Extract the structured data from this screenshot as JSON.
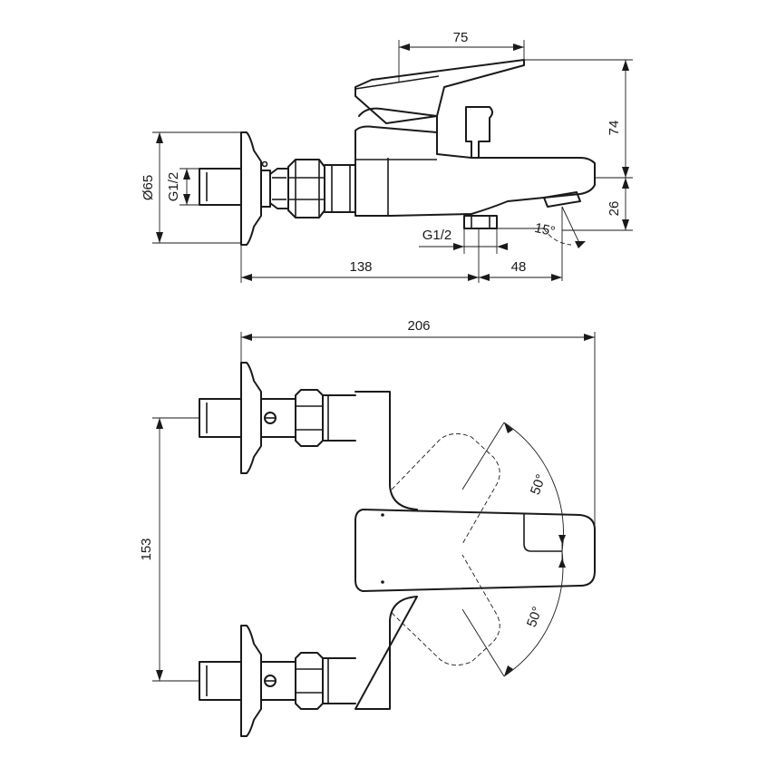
{
  "drawing": {
    "side_view": {
      "dim_top_width": "75",
      "dim_height": "74",
      "dim_spout_height": "26",
      "dim_flange_diameter": "Ø65",
      "dim_inlet_thread": "G1/2",
      "dim_outlet_thread": "G1/2",
      "dim_wall_to_outlet": "138",
      "dim_outlet_to_spout": "48",
      "dim_spout_angle": "15°"
    },
    "top_view": {
      "dim_overall_width": "206",
      "dim_inlet_centers": "153",
      "dim_lever_angle_upper": "50°",
      "dim_lever_angle_lower": "50°"
    }
  }
}
